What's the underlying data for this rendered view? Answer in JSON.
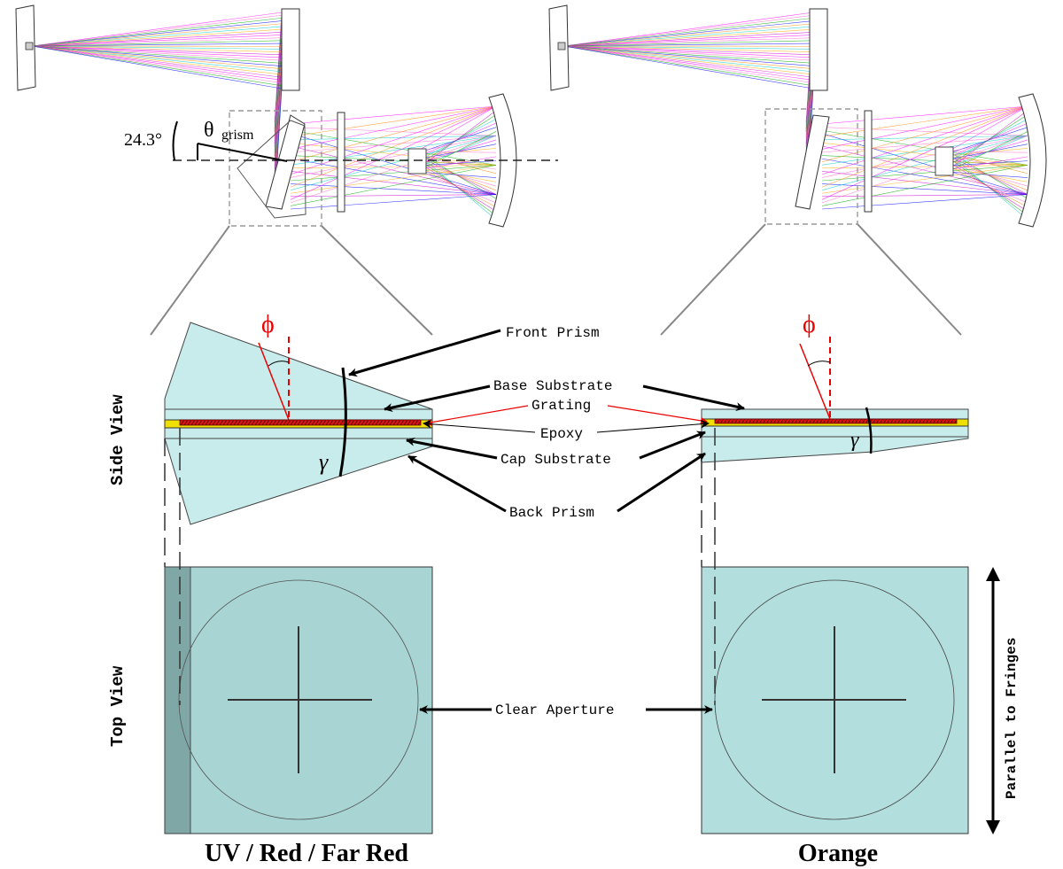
{
  "colors": {
    "prism_fill": "#c8ecec",
    "top_view_fill": "#a8d4d4",
    "top_view_dark": "#7ea7a5",
    "grating": "#dd1111",
    "epoxy": "#f0e000",
    "phi": "#ee0000",
    "frame": "#888888",
    "ray_colors": [
      "#ff00ff",
      "#ff66cc",
      "#00aa00",
      "#0000ff",
      "#ff8800",
      "#00cccc",
      "#ffaa00",
      "#cc00cc"
    ]
  },
  "labels": {
    "angle_value": "24.3°",
    "theta": "θ",
    "theta_sub": "grism",
    "phi": "ϕ",
    "gamma": "γ",
    "front_prism": "Front Prism",
    "base_substrate": "Base Substrate",
    "grating": "Grating",
    "epoxy": "Epoxy",
    "cap_substrate": "Cap Substrate",
    "back_prism": "Back Prism",
    "clear_aperture": "Clear Aperture",
    "side_view": "Side View",
    "top_view": "Top View",
    "parallel_to_fringes": "Parallel to Fringes",
    "left_caption": "UV / Red / Far Red",
    "right_caption": "Orange"
  }
}
